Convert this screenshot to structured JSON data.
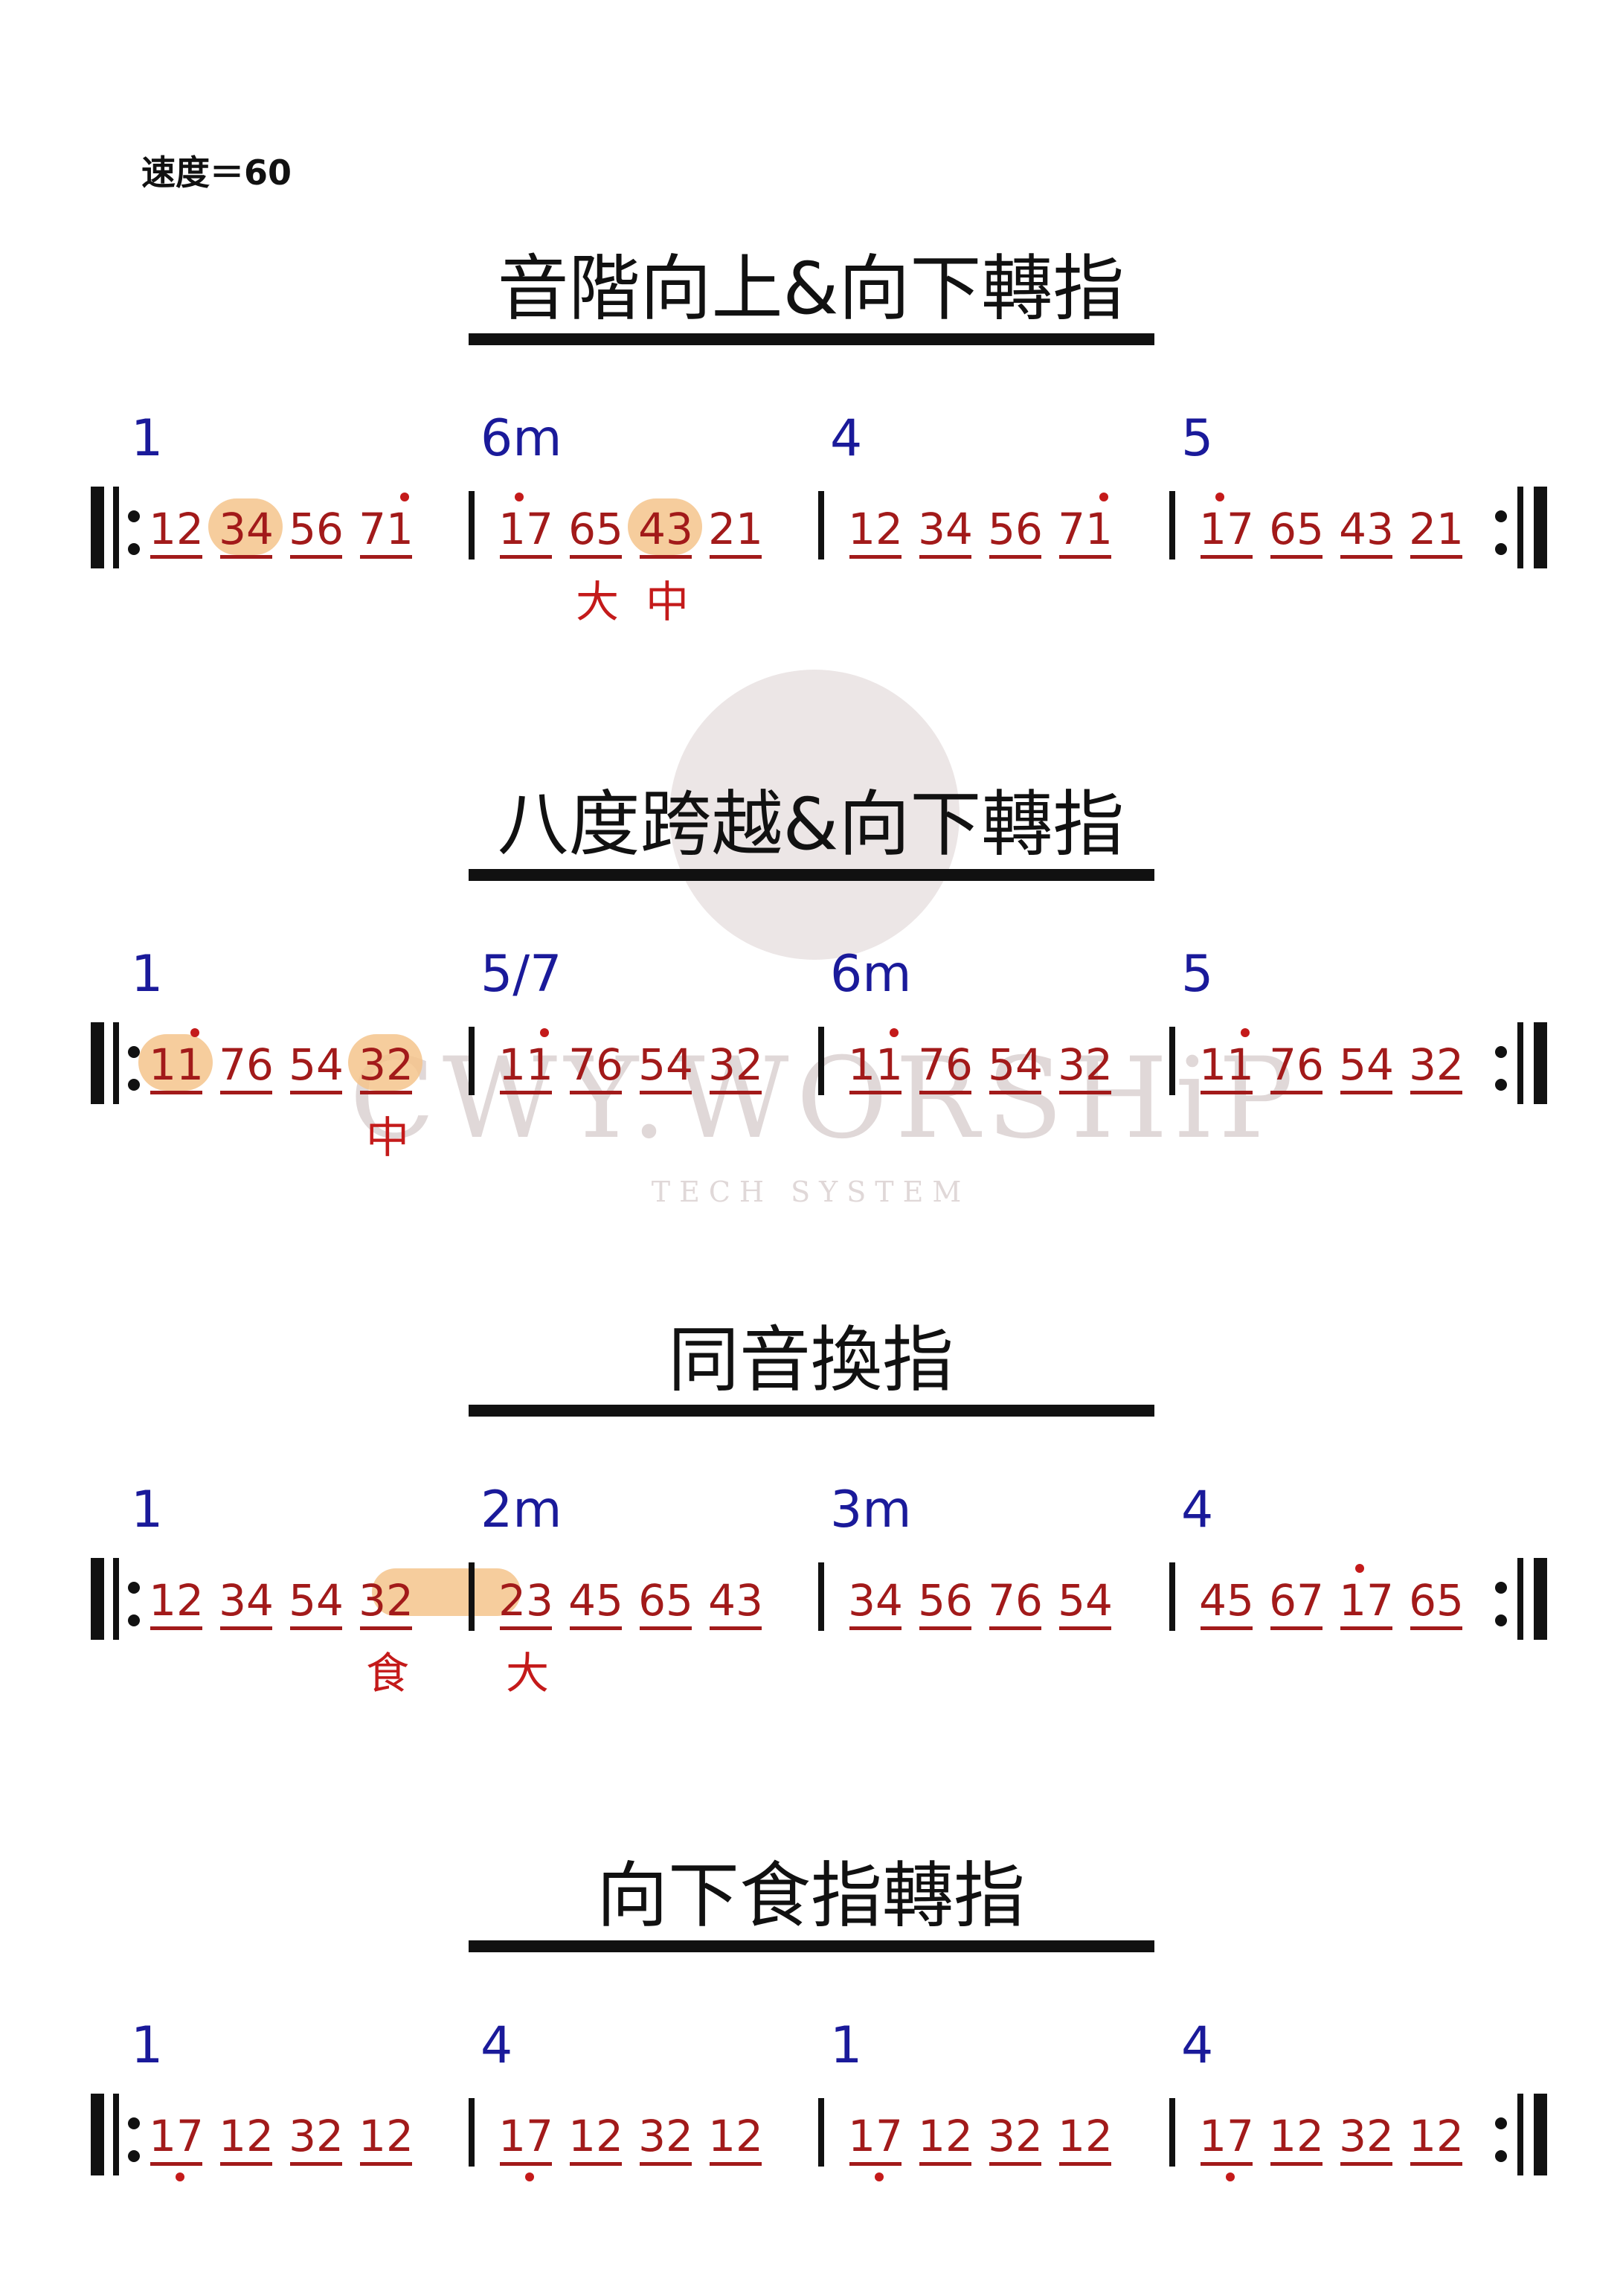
{
  "tempo": "速度＝60",
  "watermark": {
    "main": "CWY.WORSHiP",
    "sub": "TECH SYSTEM"
  },
  "sections": [
    {
      "title": "音階向上&向下轉指",
      "measures": [
        {
          "chord": "1",
          "notes": [
            "12",
            "34",
            "56",
            "71"
          ]
        },
        {
          "chord": "6m",
          "notes": [
            "17",
            "65",
            "43",
            "21"
          ]
        },
        {
          "chord": "4",
          "notes": [
            "12",
            "34",
            "56",
            "71"
          ]
        },
        {
          "chord": "5",
          "notes": [
            "17",
            "65",
            "43",
            "21"
          ]
        }
      ],
      "fingerings": [
        "大",
        "中"
      ]
    },
    {
      "title": "八度跨越&向下轉指",
      "measures": [
        {
          "chord": "1",
          "notes": [
            "11",
            "76",
            "54",
            "32"
          ]
        },
        {
          "chord": "5/7",
          "notes": [
            "11",
            "76",
            "54",
            "32"
          ]
        },
        {
          "chord": "6m",
          "notes": [
            "11",
            "76",
            "54",
            "32"
          ]
        },
        {
          "chord": "5",
          "notes": [
            "11",
            "76",
            "54",
            "32"
          ]
        }
      ],
      "fingerings": [
        "中"
      ]
    },
    {
      "title": "同音換指",
      "measures": [
        {
          "chord": "1",
          "notes": [
            "12",
            "34",
            "54",
            "32"
          ]
        },
        {
          "chord": "2m",
          "notes": [
            "23",
            "45",
            "65",
            "43"
          ]
        },
        {
          "chord": "3m",
          "notes": [
            "34",
            "56",
            "76",
            "54"
          ]
        },
        {
          "chord": "4",
          "notes": [
            "45",
            "67",
            "17",
            "65"
          ]
        }
      ],
      "fingerings": [
        "食",
        "大"
      ]
    },
    {
      "title": "向下食指轉指",
      "measures": [
        {
          "chord": "1",
          "notes": [
            "17",
            "12",
            "32",
            "12"
          ]
        },
        {
          "chord": "4",
          "notes": [
            "17",
            "12",
            "32",
            "12"
          ]
        },
        {
          "chord": "1",
          "notes": [
            "17",
            "12",
            "32",
            "12"
          ]
        },
        {
          "chord": "4",
          "notes": [
            "17",
            "12",
            "32",
            "12"
          ]
        }
      ],
      "fingerings": []
    }
  ]
}
